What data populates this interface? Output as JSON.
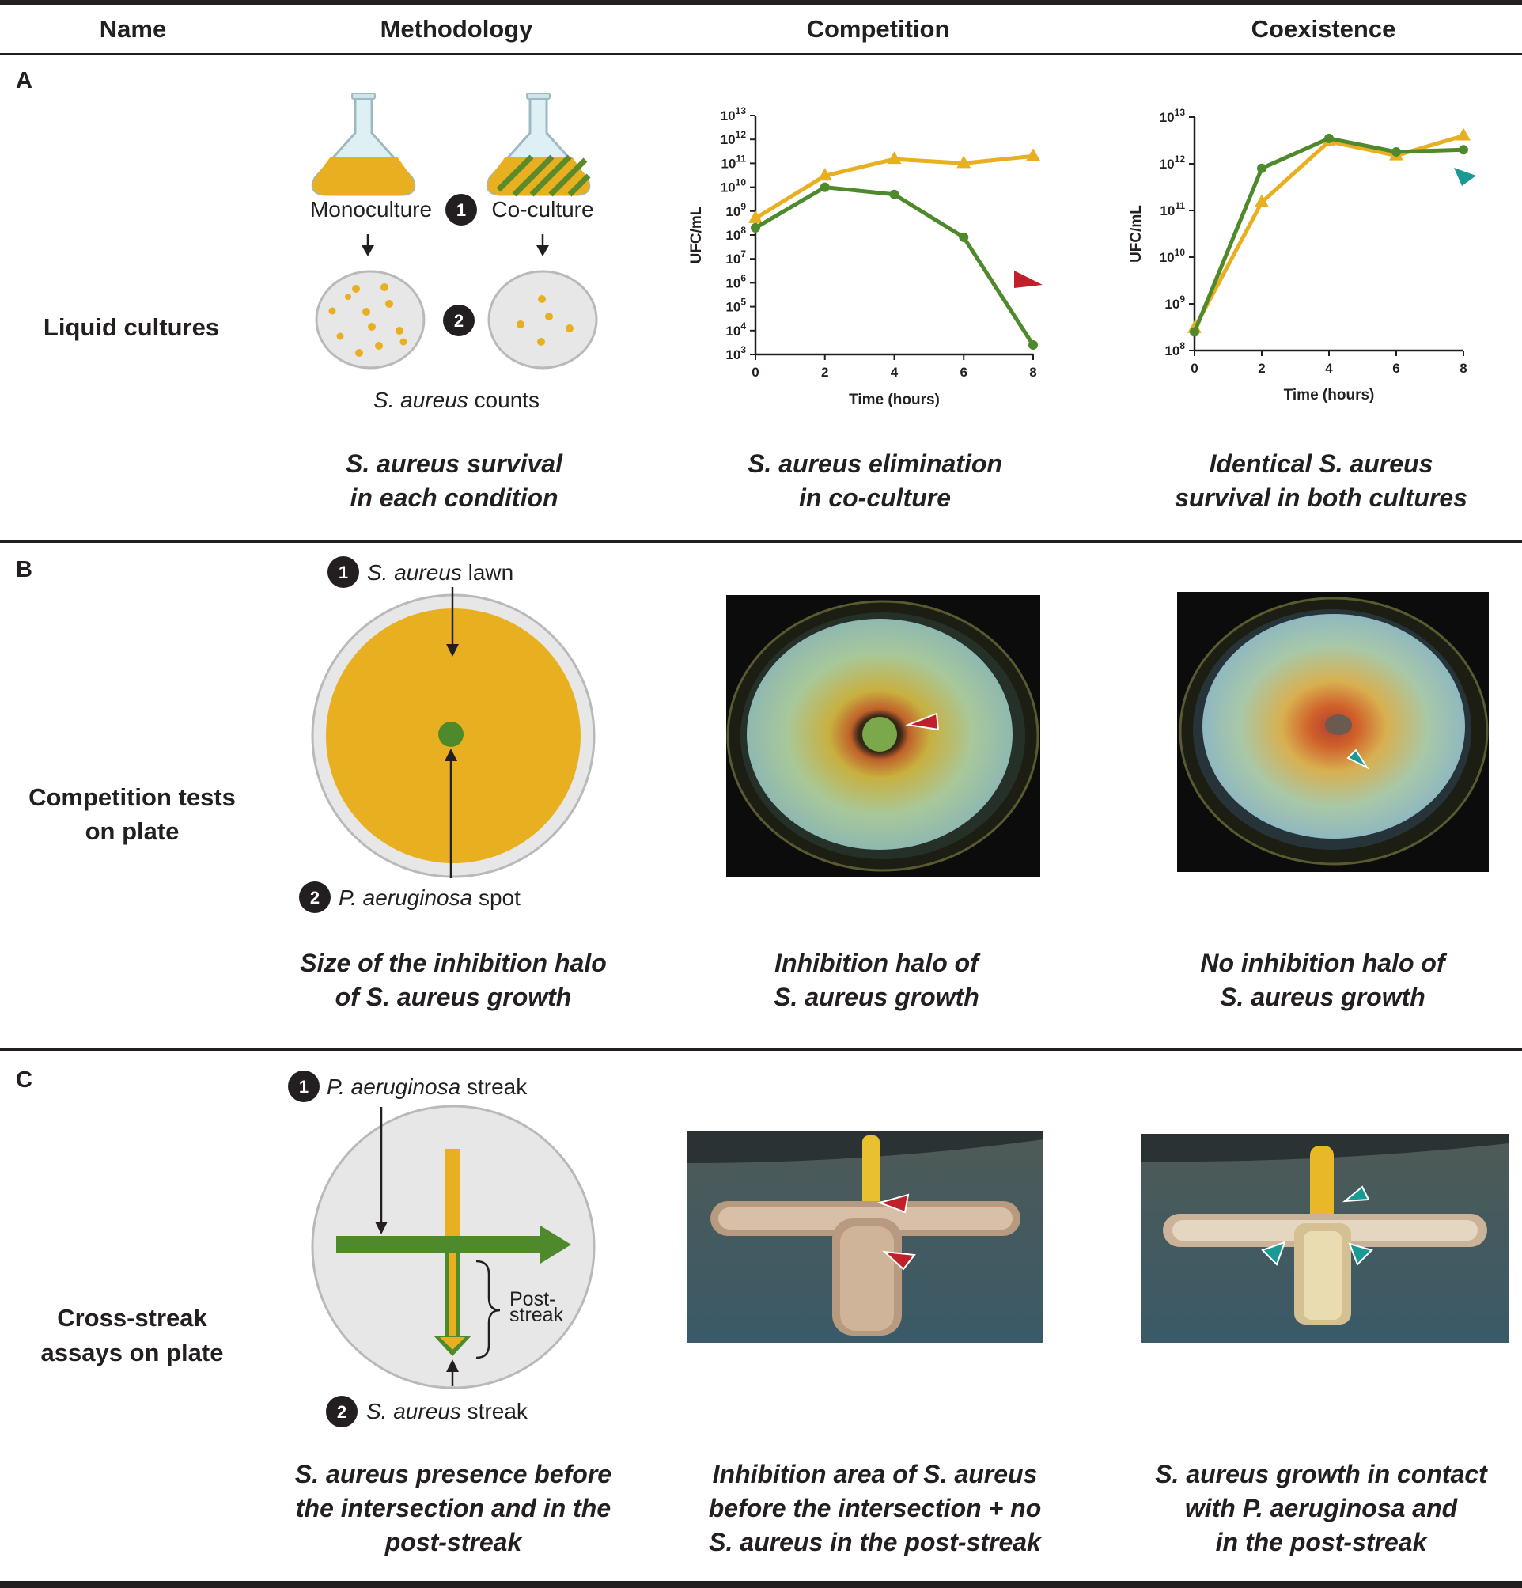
{
  "header": {
    "name": "Name",
    "methodology": "Methodology",
    "competition": "Competition",
    "coexistence": "Coexistence"
  },
  "colors": {
    "s_aureus": "#e8b020",
    "p_aeruginosa": "#4e8a2c",
    "competition_arrow": "#c0202a",
    "coexistence_arrow": "#1a9a94",
    "badge": "#231f20"
  },
  "rows": {
    "a": {
      "letter": "A",
      "name": "Liquid cultures",
      "monoculture": "Monoculture",
      "coculture": "Co-culture",
      "counts_italic": "S. aureus",
      "counts_rest": " counts",
      "caption_method": [
        "S. aureus survival",
        "in each condition"
      ],
      "caption_competition": [
        "S. aureus elimination",
        "in co-culture"
      ],
      "caption_coexistence": [
        "Identical S. aureus",
        "survival in both cultures"
      ]
    },
    "b": {
      "letter": "B",
      "name": [
        "Competition tests",
        "on plate"
      ],
      "step1_italic": "S. aureus",
      "step1_rest": " lawn",
      "step2_italic": "P. aeruginosa",
      "step2_rest": " spot",
      "caption_method": [
        "Size of the inhibition halo",
        "of S. aureus growth"
      ],
      "caption_competition": [
        "Inhibition halo of",
        "S. aureus growth"
      ],
      "caption_coexistence": [
        "No inhibition halo of",
        "S. aureus growth"
      ]
    },
    "c": {
      "letter": "C",
      "name": [
        "Cross-streak",
        "assays on plate"
      ],
      "step1_italic": "P. aeruginosa",
      "step1_rest": " streak",
      "step2_italic": "S. aureus",
      "step2_rest": " streak",
      "post_streak": [
        "Post-",
        "streak"
      ],
      "caption_method": [
        "S. aureus presence before",
        "the intersection and in the",
        "post-streak"
      ],
      "caption_competition": [
        "Inhibition area of S. aureus",
        "before the intersection + no",
        "S. aureus in the post-streak"
      ],
      "caption_coexistence": [
        "S. aureus growth in contact",
        "with P. aeruginosa and",
        "in the post-streak"
      ]
    }
  },
  "badges": [
    "1",
    "2"
  ],
  "chart_data": [
    {
      "type": "line",
      "panel": "Competition",
      "xlabel": "Time (hours)",
      "ylabel": "UFC/mL",
      "x": [
        0,
        2,
        4,
        6,
        8
      ],
      "xlim": [
        0,
        8
      ],
      "y_scale": "log",
      "ylim": [
        1000,
        10000000000000
      ],
      "yticks": [
        3,
        4,
        5,
        6,
        7,
        8,
        9,
        10,
        11,
        12,
        13
      ],
      "series": [
        {
          "marker": "triangle",
          "color": "#e8b020",
          "values": [
            500000000,
            30000000000,
            150000000000,
            100000000000,
            200000000000
          ]
        },
        {
          "marker": "circle",
          "color": "#4e8a2c",
          "values": [
            200000000,
            10000000000,
            5000000000,
            80000000,
            2500
          ]
        }
      ],
      "annotation": "red arrowhead pointing at S. aureus decline"
    },
    {
      "type": "line",
      "panel": "Coexistence",
      "xlabel": "Time (hours)",
      "ylabel": "UFC/mL",
      "x": [
        0,
        2,
        4,
        6,
        8
      ],
      "xlim": [
        0,
        8
      ],
      "y_scale": "log",
      "ylim": [
        100000000,
        10000000000000
      ],
      "yticks": [
        8,
        9,
        10,
        11,
        12,
        13
      ],
      "series": [
        {
          "marker": "triangle",
          "color": "#e8b020",
          "values": [
            300000000,
            150000000000,
            3000000000000,
            1500000000000,
            4000000000000
          ]
        },
        {
          "marker": "circle",
          "color": "#4e8a2c",
          "values": [
            250000000,
            800000000000,
            3500000000000,
            1800000000000,
            2000000000000
          ]
        }
      ],
      "annotation": "teal arrowhead pointing at overlapping end values"
    }
  ]
}
